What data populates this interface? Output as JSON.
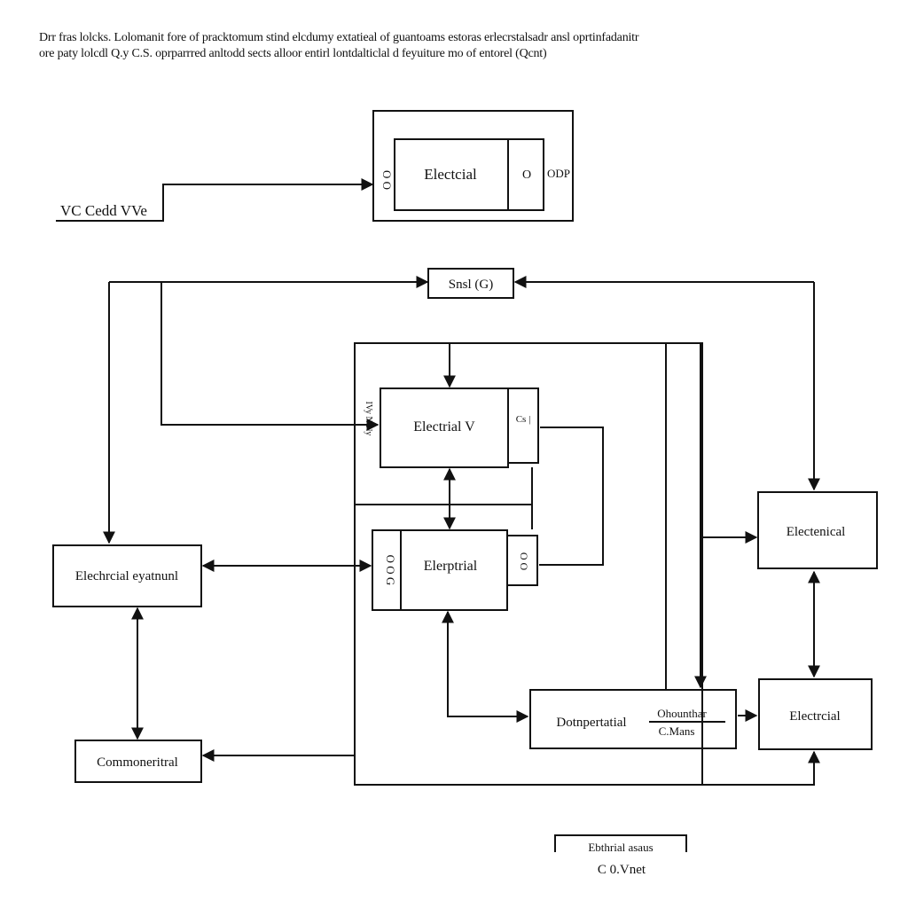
{
  "caption": {
    "line1": "Drr fras lolcks. Lolomanit fore of pracktomum stind elcdumy extatieal of guantoams estoras erlecrstalsadr ansl oprtinfadanitr",
    "line2": "ore paty lolcdl Q.y C.S. oprparrred anltodd sects alloor entirl lontdalticlal d feyuiture mo of entorel (Qcnt)"
  },
  "blocks": {
    "top_block": {
      "label": "Electcial",
      "left_tag": "O O",
      "right_tag": "O",
      "side_tag": "ODP"
    },
    "input_label": "VC Cedd VVe",
    "signal": "Snsl (G)",
    "central_upper": {
      "label": "Electrial V",
      "left_tag": "IVy N Ny",
      "right_tag": "Cs |"
    },
    "central_lower": {
      "label": "Elerptrial",
      "left_tag": "O O G",
      "right_tag": "O O"
    },
    "left_block": "Elechrcial eyatnunl",
    "bottom_left": "Commoneritral",
    "right_upper": "Electenical",
    "right_lower": "Electrcial",
    "bottom_center": {
      "label": "Dotnpertatial",
      "tag_line1": "Ohounthar",
      "tag_line2": "C.Mans"
    },
    "footer": {
      "label": "Ebthrial asaus",
      "sub": "C 0.Vnet"
    }
  },
  "colors": {
    "line": "#111111",
    "background": "#ffffff"
  }
}
